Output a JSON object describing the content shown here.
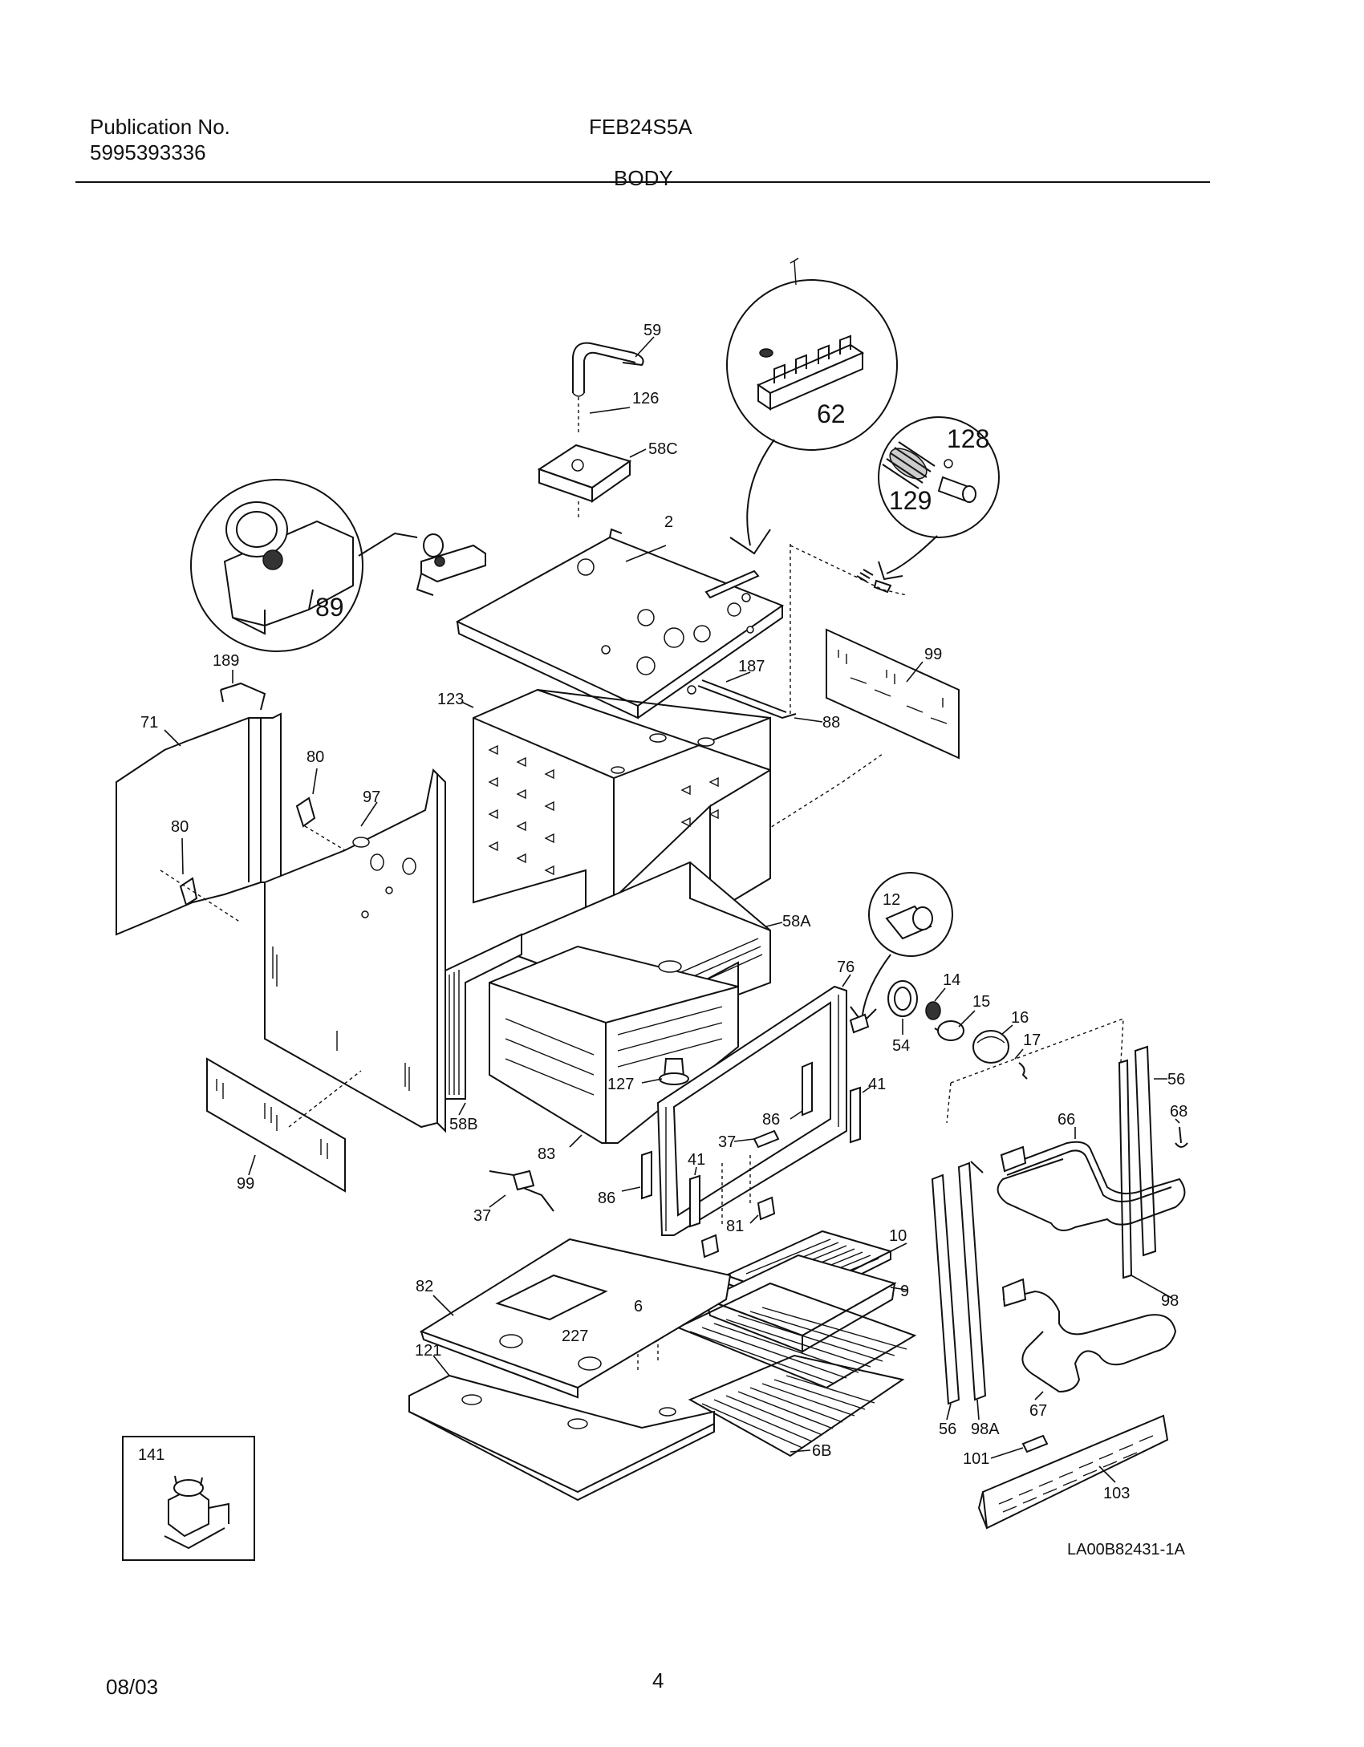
{
  "header": {
    "publication_label": "Publication No.",
    "publication_number": "5995393336",
    "model": "FEB24S5A",
    "section": "BODY"
  },
  "footer": {
    "date": "08/03",
    "page": "4"
  },
  "diagram": {
    "drawing_id": "LA00B82431-1A",
    "callouts": {
      "c59": "59",
      "c126": "126",
      "c58C": "58C",
      "c62": "62",
      "c128": "128",
      "c129": "129",
      "c89": "89",
      "c2": "2",
      "c187": "187",
      "c99a": "99",
      "c88": "88",
      "c123": "123",
      "c189": "189",
      "c71": "71",
      "c80a": "80",
      "c97": "97",
      "c80b": "80",
      "c58A": "58A",
      "c12": "12",
      "c76": "76",
      "c14": "14",
      "c15": "15",
      "c54": "54",
      "c16": "16",
      "c17": "17",
      "c56a": "56",
      "c68": "68",
      "c66": "66",
      "c127": "127",
      "c41a": "41",
      "c86a": "86",
      "c37a": "37",
      "c58B": "58B",
      "c83": "83",
      "c99b": "99",
      "c37b": "37",
      "c86b": "86",
      "c41b": "41",
      "c81": "81",
      "c10": "10",
      "c9": "9",
      "c98": "98",
      "c82": "82",
      "c6": "6",
      "c227": "227",
      "c121": "121",
      "c56b": "56",
      "c98A": "98A",
      "c67": "67",
      "c6B": "6B",
      "c141": "141",
      "c101": "101",
      "c103": "103"
    }
  }
}
